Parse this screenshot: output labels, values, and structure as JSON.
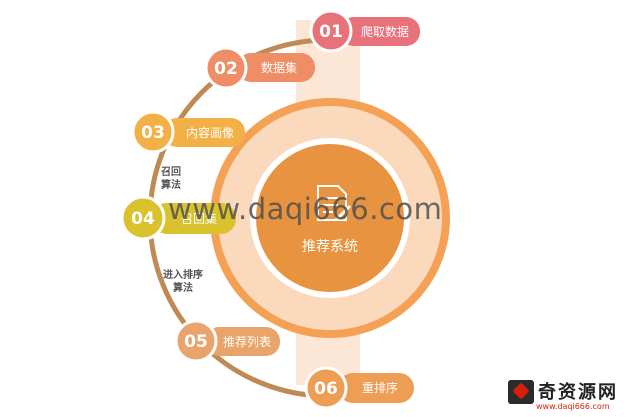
{
  "diagram": {
    "center_label": "推荐系统",
    "center_icon": "document-edit-icon",
    "steps": [
      {
        "number": "01",
        "label": "爬取数据",
        "color": "#e8727a"
      },
      {
        "number": "02",
        "label": "数据集",
        "color": "#ef8e66"
      },
      {
        "number": "03",
        "label": "内容画像",
        "color": "#f3b046"
      },
      {
        "number": "04",
        "label": "召回集",
        "color": "#d9c22e"
      },
      {
        "number": "05",
        "label": "推荐列表",
        "color": "#e8a46a"
      },
      {
        "number": "06",
        "label": "重排序",
        "color": "#ee9d55"
      }
    ],
    "side_labels": {
      "recall_line1": "召回",
      "recall_line2": "算法",
      "rank_line1": "进入排序",
      "rank_line2": "算法"
    },
    "colors": {
      "arc": "#c08a55",
      "outer_ring": "#f4a156",
      "inner_disc": "#fbd9bd",
      "center": "#e8933f",
      "panel": "#fce6d6"
    }
  },
  "watermark": {
    "url": "www.daqi666.com",
    "brand_name": "奇资源网",
    "brand_url": "www.daqi666.com",
    "brand_logo": "daqi-logo-icon"
  }
}
